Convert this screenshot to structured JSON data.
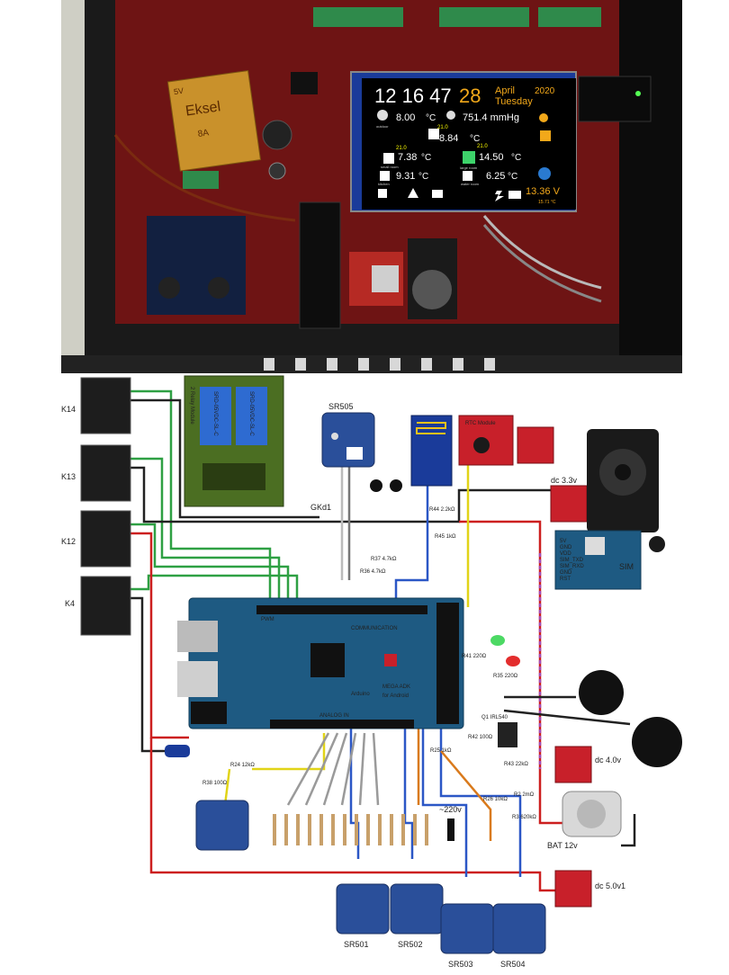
{
  "photo": {
    "lcd": {
      "time": "12 16 47",
      "day": "28",
      "month": "April",
      "year": "2020",
      "weekday": "Tuesday",
      "outdoor_temp": "8.00",
      "outdoor_label": "outdoor",
      "pressure": "751.4 mmHg",
      "unit_c": "°C",
      "room_set": "21.0",
      "room_temp": "8.84",
      "small_room_set": "21.0",
      "small_room_temp": "7.38",
      "small_room_label": "small room",
      "large_room_set": "21.0",
      "large_room_temp": "14.50",
      "large_room_label": "large room",
      "kitchen_temp": "9.31",
      "kitchen_label": "kitchen",
      "water_temp": "6.25",
      "water_label": "water room",
      "voltage": "13.36 V",
      "voltage2": "15.71 °C"
    },
    "module_text": [
      "Eksel",
      "8A",
      "5V"
    ]
  },
  "diagram": {
    "relays": [
      "K14",
      "K13",
      "K12",
      "K4"
    ],
    "relay_module_title": "2 Relay Module",
    "relay_chip_text": "SRD-05VDC-SL-C",
    "sensor_top": "SR505",
    "gkd": "GKd1",
    "rtc": "RTC Module",
    "dc33": "dc 3.3v",
    "sim": "SIM",
    "sim_pins": [
      "5V",
      "GND",
      "VDD",
      "SIM_TXD",
      "SIM_RXD",
      "GND",
      "RST"
    ],
    "res_r44": "R44\n2.2kΩ",
    "res_r45": "R45\n1kΩ",
    "res_r37": "R37\n4.7kΩ",
    "res_r36": "R36\n4.7kΩ",
    "res_r41": "R41\n220Ω",
    "res_r35": "R35\n220Ω",
    "q1": "Q1 IRL540",
    "res_r42": "R42\n100Ω",
    "res_r43": "R43\n22kΩ",
    "dc40": "dc 4.0v",
    "res_r24": "R24\n12kΩ",
    "res_r38": "R38\n100Ω",
    "res_r25": "R25\n1kΩ",
    "ac": "~220v",
    "res_r26": "R26\n10kΩ",
    "res_r2": "R2\n2mΩ",
    "res_r3": "R3\n620kΩ",
    "bat": "BAT 12v",
    "dc50": "dc 5.0v1",
    "arduino_brand": "Arduino",
    "arduino_model": "MEGA ADK",
    "arduino_sub": "for Android",
    "comm": "COMMUNICATION",
    "pwm": "PWM",
    "analog": "ANALOG IN",
    "sensors_bottom": [
      "SR501",
      "SR502",
      "SR503",
      "SR504"
    ],
    "colors": {
      "board": "#1e5a82",
      "module_red": "#c8202a",
      "module_blue": "#2a4f9a",
      "relay_green": "#4b6e22"
    }
  }
}
